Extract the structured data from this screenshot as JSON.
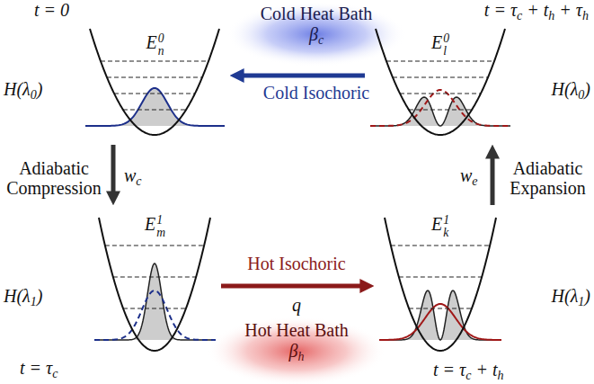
{
  "diagram": {
    "nodes": [
      {
        "text": [
          "Cold Heat Bath",
          "βc"
        ]
      },
      {
        "text": [
          "En0"
        ]
      },
      {
        "text": [
          "El0"
        ]
      },
      {
        "text": [
          "Em1"
        ]
      },
      {
        "text": [
          "Ek1"
        ]
      },
      {
        "text": [
          "Hot Heat Bath",
          "βh"
        ]
      }
    ],
    "edges": [
      {
        "from": 1,
        "to": 3,
        "arrow": "to",
        "label": "Adiabatic Compression"
      },
      {
        "from": 3,
        "to": 4,
        "arrow": "to",
        "label": "Hot Isochoric"
      },
      {
        "from": 4,
        "to": 2,
        "arrow": "to",
        "label": "Adiabatic Expansion"
      },
      {
        "from": 2,
        "to": 1,
        "arrow": "to",
        "label": "Cold Isochoric"
      }
    ],
    "labels": [
      "t = 0",
      "t = τc + th + τh",
      "H(λ0)",
      "H(λ0)",
      "wc",
      "we",
      "q",
      "H(λ1)",
      "H(λ1)",
      "t = τc",
      "t = τc + th"
    ]
  }
}
